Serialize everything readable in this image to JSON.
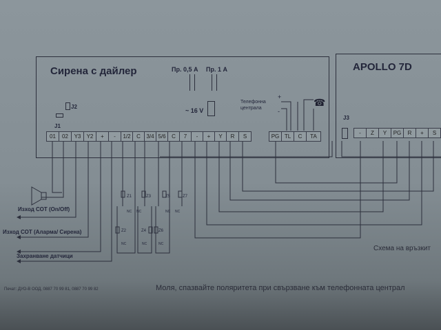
{
  "siren_unit": {
    "title": "Сирена с дайлер",
    "fuse1_label": "Пр. 0,5 А",
    "fuse2_label": "Пр. 1 А",
    "power_label": "~ 16 V",
    "jumper_j1": "J1",
    "jumper_j2": "J2",
    "phone_line_label_1": "Телефонна",
    "phone_line_label_2": "централа",
    "plus": "+",
    "minus": "-",
    "terminals": [
      "01",
      "02",
      "Y3",
      "Y2",
      "+",
      "-",
      "1/2",
      "C",
      "3/4",
      "5/6",
      "C",
      "7",
      "-",
      "+",
      "Y",
      "R",
      "S"
    ],
    "phone_terminals": [
      "PG",
      "TL",
      "C",
      "TA"
    ]
  },
  "apollo_unit": {
    "title": "APOLLO 7D",
    "jumper_j3": "J3",
    "terminals": [
      "-",
      "Z",
      "Y",
      "PG",
      "R",
      "+",
      "S"
    ]
  },
  "outputs": {
    "out1": "Изход СОТ (On/Off)",
    "out2": "Изход СОТ (Аларма/ Сирена)",
    "out3": "Захранване датчици"
  },
  "zones": {
    "z1": "Z1",
    "z2": "Z2",
    "z3": "Z3",
    "z4": "Z4",
    "z5": "Z5",
    "z6": "Z6",
    "z7": "Z7",
    "nc": "NC"
  },
  "caption": "Схема на връзкит",
  "footer": {
    "printer": "Печат: ДУО-В ООД, 0887 70 99 81, 0887 70 99 82",
    "note": "Моля, спазвайте поляритета при свързване към телефонната централ"
  }
}
